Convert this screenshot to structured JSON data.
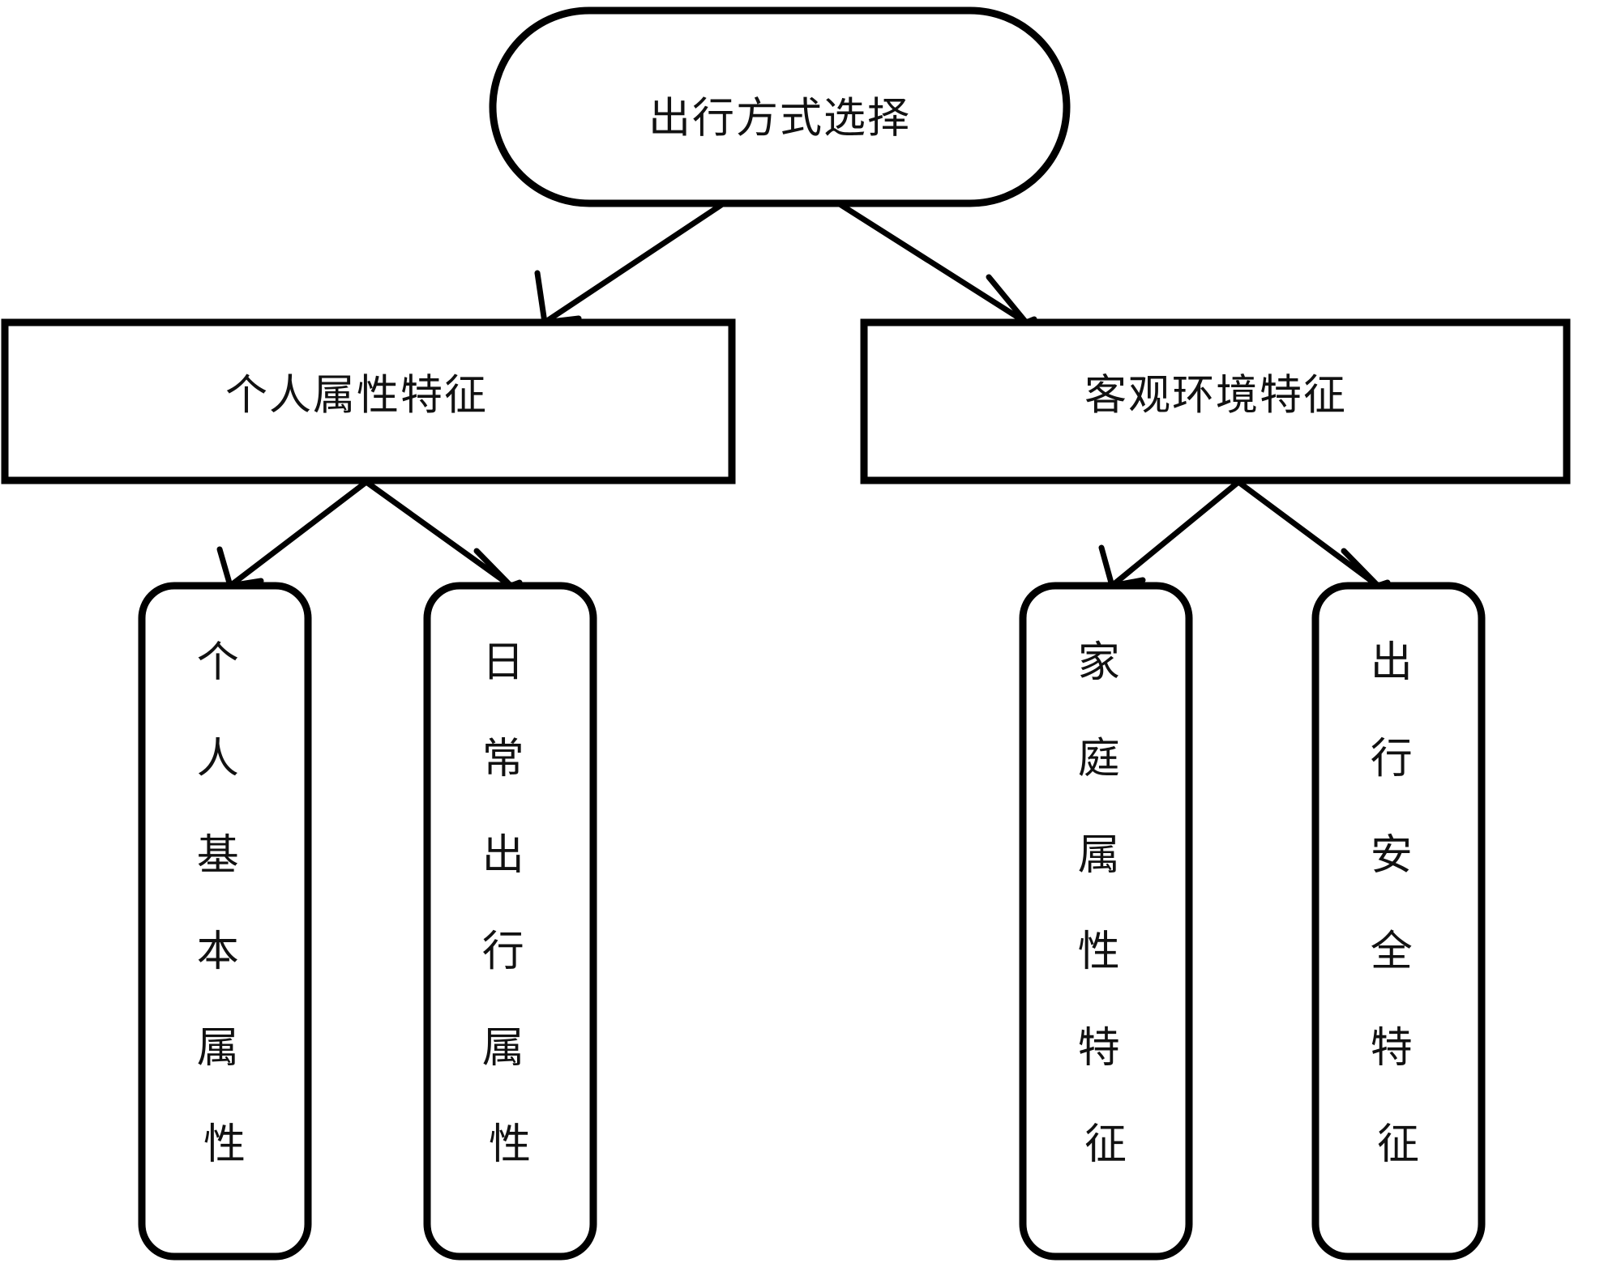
{
  "diagram": {
    "type": "hierarchy-tree",
    "orientation": "top-down",
    "background_color": "#ffffff",
    "line_color": "#000000",
    "text_color": "#111111",
    "root": {
      "id": "root",
      "label": "出行方式选择",
      "shape": "stadium",
      "text_orientation": "horizontal"
    },
    "level2": [
      {
        "id": "personal-attributes",
        "label": "个人属性特征",
        "shape": "rectangle",
        "text_orientation": "horizontal"
      },
      {
        "id": "objective-environment",
        "label": "客观环境特征",
        "shape": "rectangle",
        "text_orientation": "horizontal"
      }
    ],
    "level3": [
      {
        "id": "personal-basic-attributes",
        "label": "个人基本属性",
        "chars": [
          "个",
          "人",
          "基",
          "本",
          "属",
          "性"
        ],
        "shape": "rounded-rectangle",
        "text_orientation": "vertical",
        "parent": "personal-attributes"
      },
      {
        "id": "daily-travel-attributes",
        "label": "日常出行属性",
        "chars": [
          "日",
          "常",
          "出",
          "行",
          "属",
          "性"
        ],
        "shape": "rounded-rectangle",
        "text_orientation": "vertical",
        "parent": "personal-attributes"
      },
      {
        "id": "family-attribute-features",
        "label": "家庭属性特征",
        "chars": [
          "家",
          "庭",
          "属",
          "性",
          "特",
          "征"
        ],
        "shape": "rounded-rectangle",
        "text_orientation": "vertical",
        "parent": "objective-environment"
      },
      {
        "id": "travel-safety-features",
        "label": "出行安全特征",
        "chars": [
          "出",
          "行",
          "安",
          "全",
          "特",
          "征"
        ],
        "shape": "rounded-rectangle",
        "text_orientation": "vertical",
        "parent": "objective-environment"
      }
    ],
    "edges": [
      {
        "from": "root",
        "to": "personal-attributes",
        "style": "solid-arrow"
      },
      {
        "from": "root",
        "to": "objective-environment",
        "style": "solid-arrow"
      },
      {
        "from": "personal-attributes",
        "to": "personal-basic-attributes",
        "style": "solid-arrow"
      },
      {
        "from": "personal-attributes",
        "to": "daily-travel-attributes",
        "style": "solid-arrow"
      },
      {
        "from": "objective-environment",
        "to": "family-attribute-features",
        "style": "solid-arrow"
      },
      {
        "from": "objective-environment",
        "to": "travel-safety-features",
        "style": "solid-arrow"
      }
    ]
  }
}
